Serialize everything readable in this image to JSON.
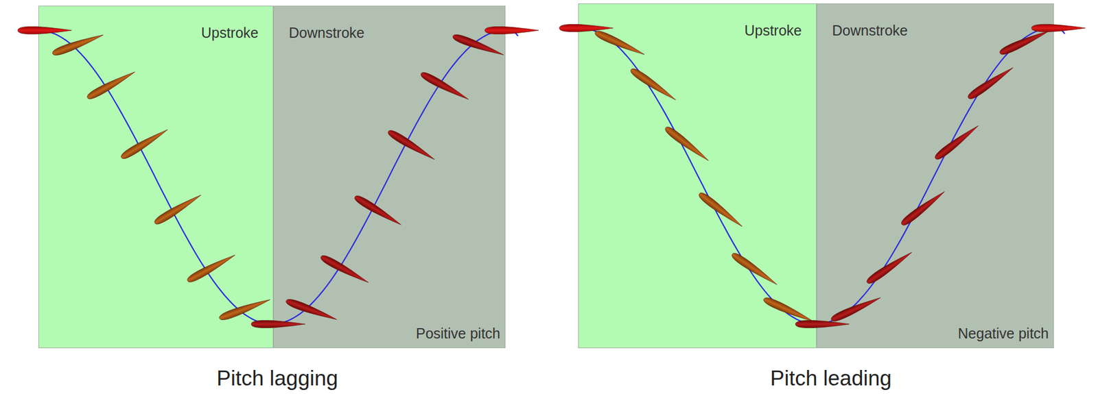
{
  "diagram": {
    "nodes": [
      {
        "text": [
          "Upstroke"
        ]
      },
      {
        "text": [
          "Downstroke",
          "Positive pitch"
        ]
      },
      {
        "text": [
          "Upstroke"
        ]
      },
      {
        "text": [
          "Downstroke",
          "Negative pitch"
        ]
      }
    ],
    "labels": [
      "Pitch lagging",
      "Pitch leading"
    ]
  }
}
